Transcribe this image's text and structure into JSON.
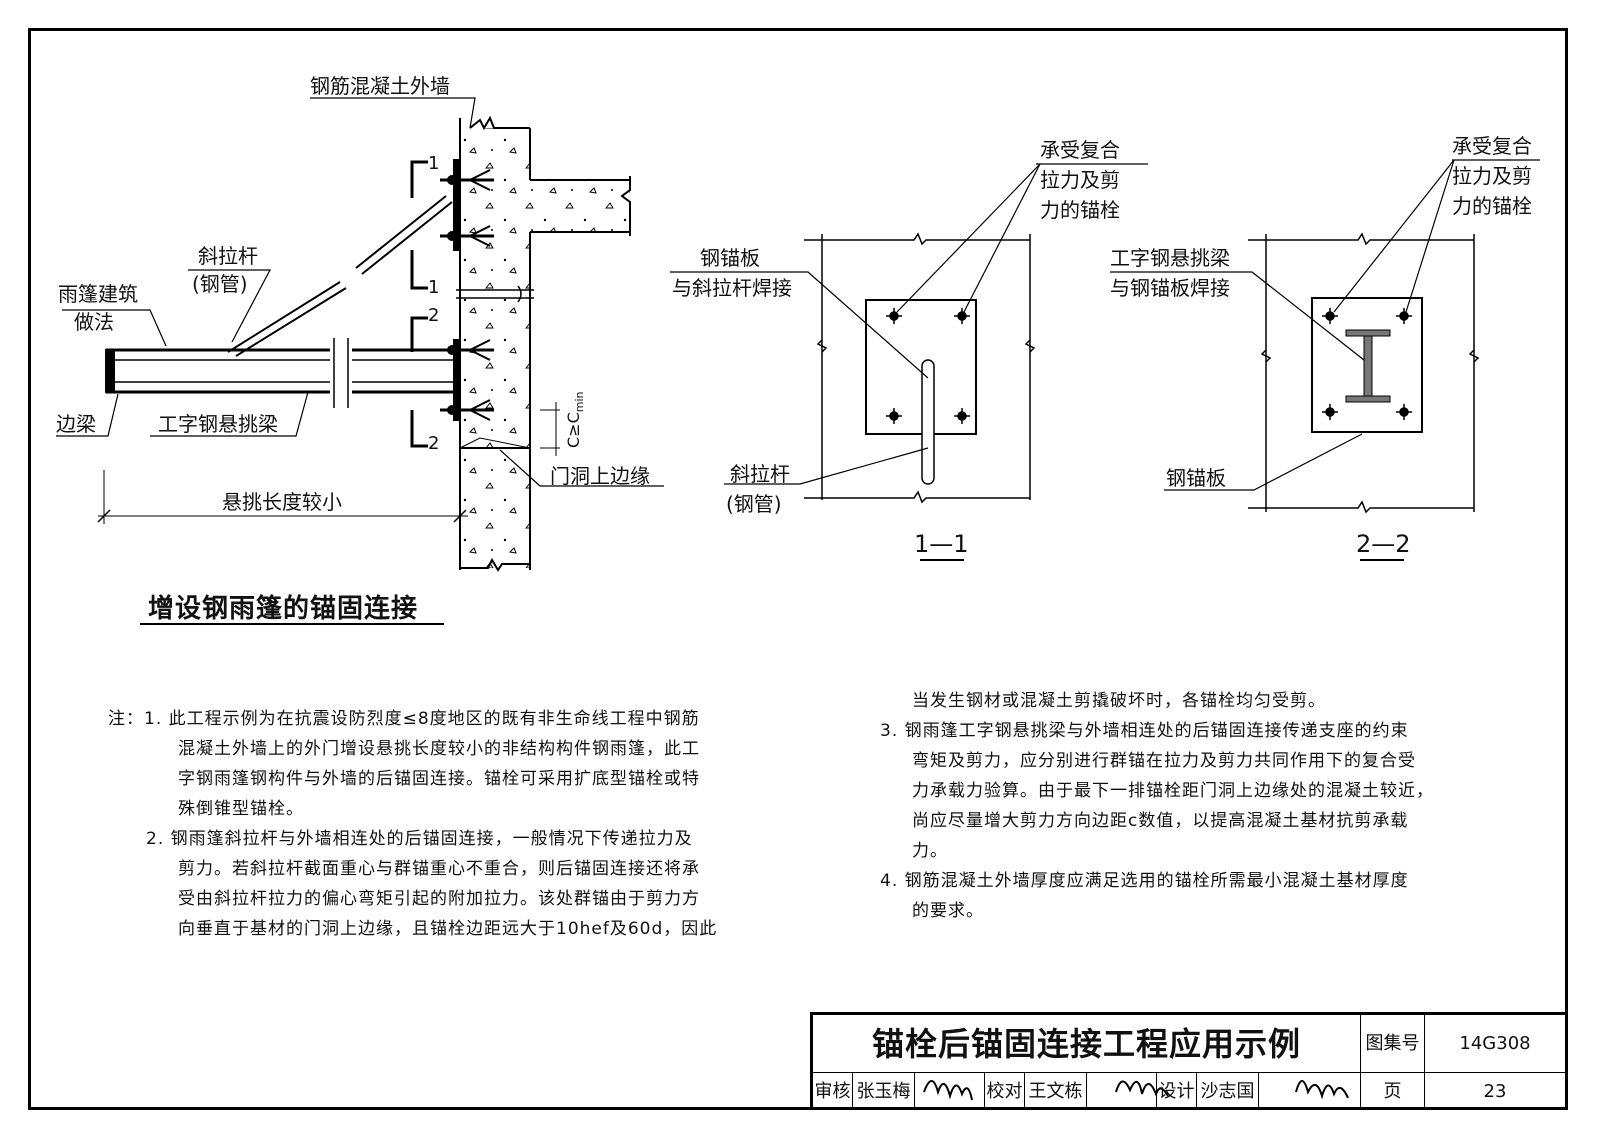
{
  "diagram": {
    "main_view": {
      "labels": {
        "wall": "钢筋混凝土外墙",
        "canopy_practice": [
          "雨篷建筑",
          "做法"
        ],
        "tie_rod": [
          "斜拉杆",
          "(钢管)"
        ],
        "edge_beam": "边梁",
        "i_beam": "工字钢悬挑梁",
        "span": "悬挑长度较小",
        "door_edge": "门洞上边缘",
        "edge_dist": "C≥C",
        "edge_dist_sub": "min",
        "sec1_top": "1",
        "sec1_bot": "1",
        "sec2_top": "2",
        "sec2_bot": "2"
      },
      "title": "增设钢雨篷的锚固连接"
    },
    "section_1": {
      "labels": {
        "bolts": [
          "承受复合",
          "拉力及剪",
          "力的锚栓"
        ],
        "plate": [
          "钢锚板",
          "与斜拉杆焊接"
        ],
        "rod": [
          "斜拉杆",
          "(钢管)"
        ]
      },
      "title": "1—1"
    },
    "section_2": {
      "labels": {
        "bolts": [
          "承受复合",
          "拉力及剪",
          "力的锚栓"
        ],
        "beam": [
          "工字钢悬挑梁",
          "与钢锚板焊接"
        ],
        "plate": "钢锚板"
      },
      "title": "2—2"
    }
  },
  "notes": {
    "prefix": "注：",
    "left": [
      "1.  此工程示例为在抗震设防烈度≤8度地区的既有非生命线工程中钢筋",
      "混凝土外墙上的外门增设悬挑长度较小的非结构构件钢雨篷，此工",
      "字钢雨篷钢构件与外墙的后锚固连接。锚栓可采用扩底型锚栓或特",
      "殊倒锥型锚栓。",
      "2.  钢雨篷斜拉杆与外墙相连处的后锚固连接，一般情况下传递拉力及",
      "剪力。若斜拉杆截面重心与群锚重心不重合，则后锚固连接还将承",
      "受由斜拉杆拉力的偏心弯矩引起的附加拉力。该处群锚由于剪力方",
      "向垂直于基材的门洞上边缘，且锚栓边距远大于10hef及60d，因此"
    ],
    "right": [
      "当发生钢材或混凝土剪撬破坏时，各锚栓均匀受剪。",
      "3.  钢雨篷工字钢悬挑梁与外墙相连处的后锚固连接传递支座的约束",
      "弯矩及剪力，应分别进行群锚在拉力及剪力共同作用下的复合受",
      "力承载力验算。由于最下一排锚栓距门洞上边缘处的混凝土较近，",
      "尚应尽量增大剪力方向边距c数值，以提高混凝土基材抗剪承载",
      "力。",
      "4.  钢筋混凝土外墙厚度应满足选用的锚栓所需最小混凝土基材厚度",
      "的要求。"
    ]
  },
  "title_block": {
    "title": "锚栓后锚固连接工程应用示例",
    "atlas_label": "图集号",
    "atlas_no": "14G308",
    "review_label": "审核",
    "reviewer": "张玉梅",
    "check_label": "校对",
    "checker": "王文栋",
    "design_label": "设计",
    "designer": "沙志国",
    "page_label": "页",
    "page_no": "23"
  }
}
